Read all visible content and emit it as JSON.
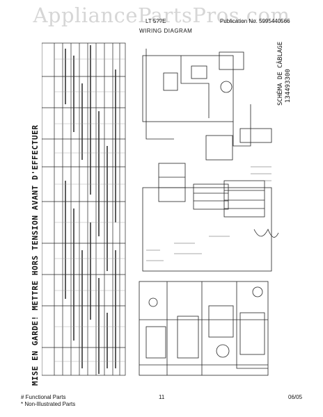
{
  "watermark": "AppliancePartsPros.com",
  "header": {
    "model": "LT 5??E",
    "publication": "Publication No. 5995440566"
  },
  "title": "WIRING DIAGRAM",
  "warning_fr": "MISE EN GARDE! METTRE HORS TENSION AVANT D'EFFECTUER",
  "schema_label": "SCHÉMA DE CÂBLAGE",
  "schema_partno": "134493300",
  "footer": {
    "note1": "# Functional Parts",
    "note2": "* Non-Illustrated Parts",
    "page": "11",
    "date": "06/05"
  }
}
